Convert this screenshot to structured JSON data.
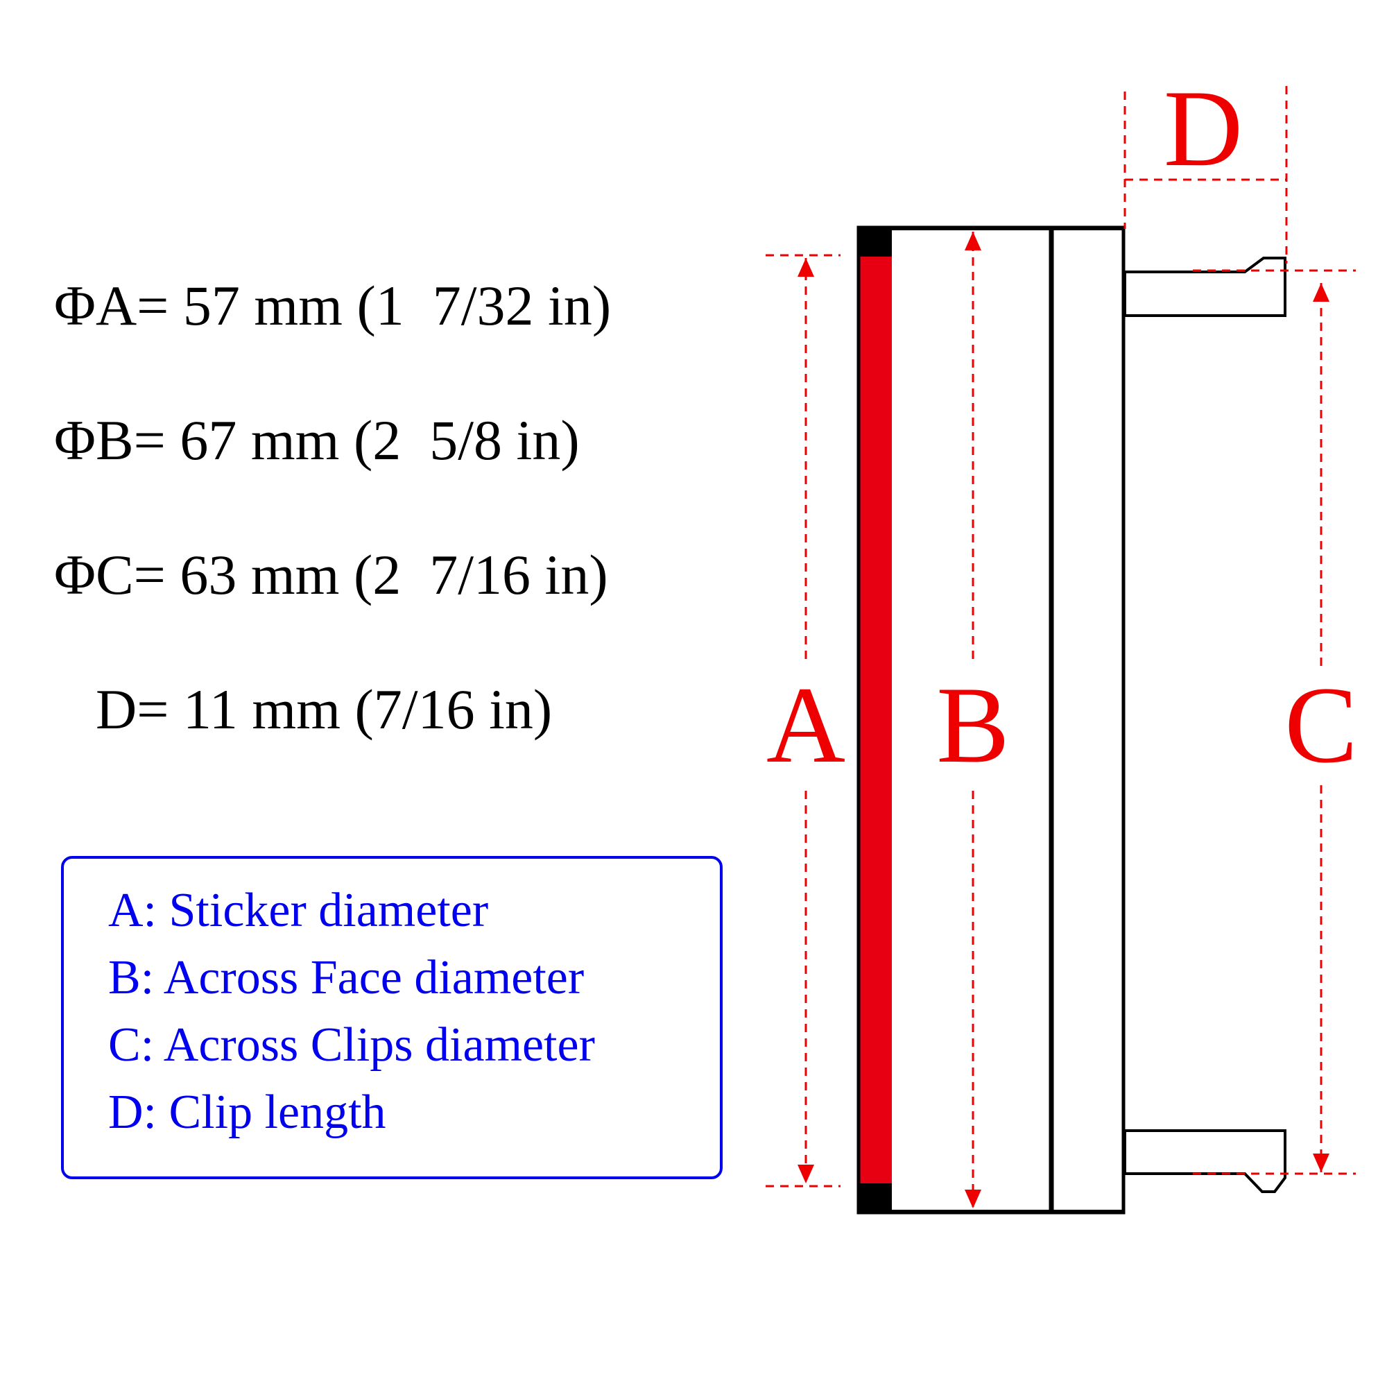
{
  "specs": {
    "a": "ΦA= 57 mm (1  7/32 in)",
    "b": "ΦB= 67 mm (2  5/8 in)",
    "c": "ΦC= 63 mm (2  7/16 in)",
    "d": "D= 11 mm (7/16 in)"
  },
  "legend": {
    "items": [
      "A: Sticker diameter",
      "B: Across Face diameter",
      "C: Across Clips diameter",
      "D: Clip length"
    ]
  },
  "diagram": {
    "labels": {
      "a": "A",
      "b": "B",
      "c": "C",
      "d": "D"
    },
    "colors": {
      "dimension": "#ee0000",
      "sticker": "#e60012",
      "outline": "#000000",
      "legend": "#0000ee"
    }
  }
}
